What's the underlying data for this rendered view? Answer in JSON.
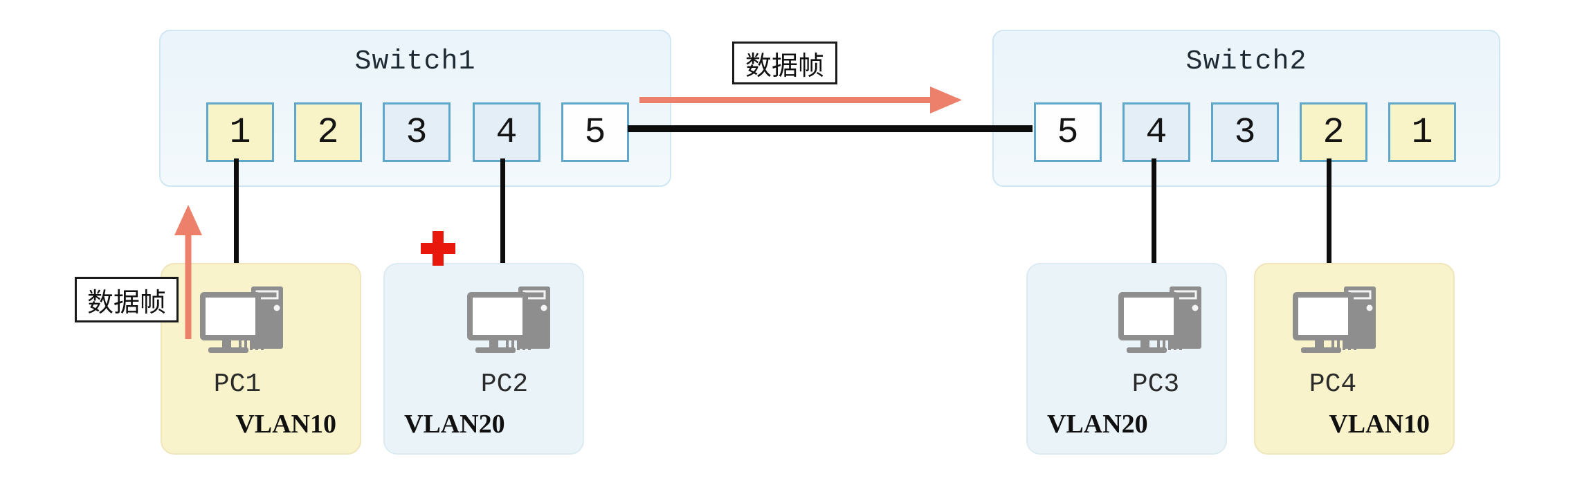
{
  "labels": {
    "data_frame_top": "数据帧",
    "data_frame_left": "数据帧"
  },
  "switches": [
    {
      "name": "Switch1",
      "ports": [
        {
          "label": "1",
          "vlan": "vlan10"
        },
        {
          "label": "2",
          "vlan": "vlan10"
        },
        {
          "label": "3",
          "vlan": "vlan20"
        },
        {
          "label": "4",
          "vlan": "vlan20"
        },
        {
          "label": "5",
          "vlan": "trunk"
        }
      ]
    },
    {
      "name": "Switch2",
      "ports": [
        {
          "label": "5",
          "vlan": "trunk"
        },
        {
          "label": "4",
          "vlan": "vlan20"
        },
        {
          "label": "3",
          "vlan": "vlan20"
        },
        {
          "label": "2",
          "vlan": "vlan10"
        },
        {
          "label": "1",
          "vlan": "vlan10"
        }
      ]
    }
  ],
  "pcs": [
    {
      "name": "PC1",
      "vlan_label": "VLAN10",
      "vlan": "vlan10"
    },
    {
      "name": "PC2",
      "vlan_label": "VLAN20",
      "vlan": "vlan20"
    },
    {
      "name": "PC3",
      "vlan_label": "VLAN20",
      "vlan": "vlan20"
    },
    {
      "name": "PC4",
      "vlan_label": "VLAN10",
      "vlan": "vlan10"
    }
  ],
  "colors": {
    "vlan10_port_fill": "#F8F4C8",
    "vlan20_port_fill": "#E3EEF6",
    "trunk_port_fill": "#FEFEFE",
    "port_border": "#5EA6CA",
    "switch_fill": "#EDF6FB",
    "pc_vlan10_fill": "#F9F3CB",
    "pc_vlan20_fill": "#EAF3F8",
    "cable": "#0D0D0D",
    "arrow": "#ED806B",
    "blocked_cross": "#E8190C"
  }
}
